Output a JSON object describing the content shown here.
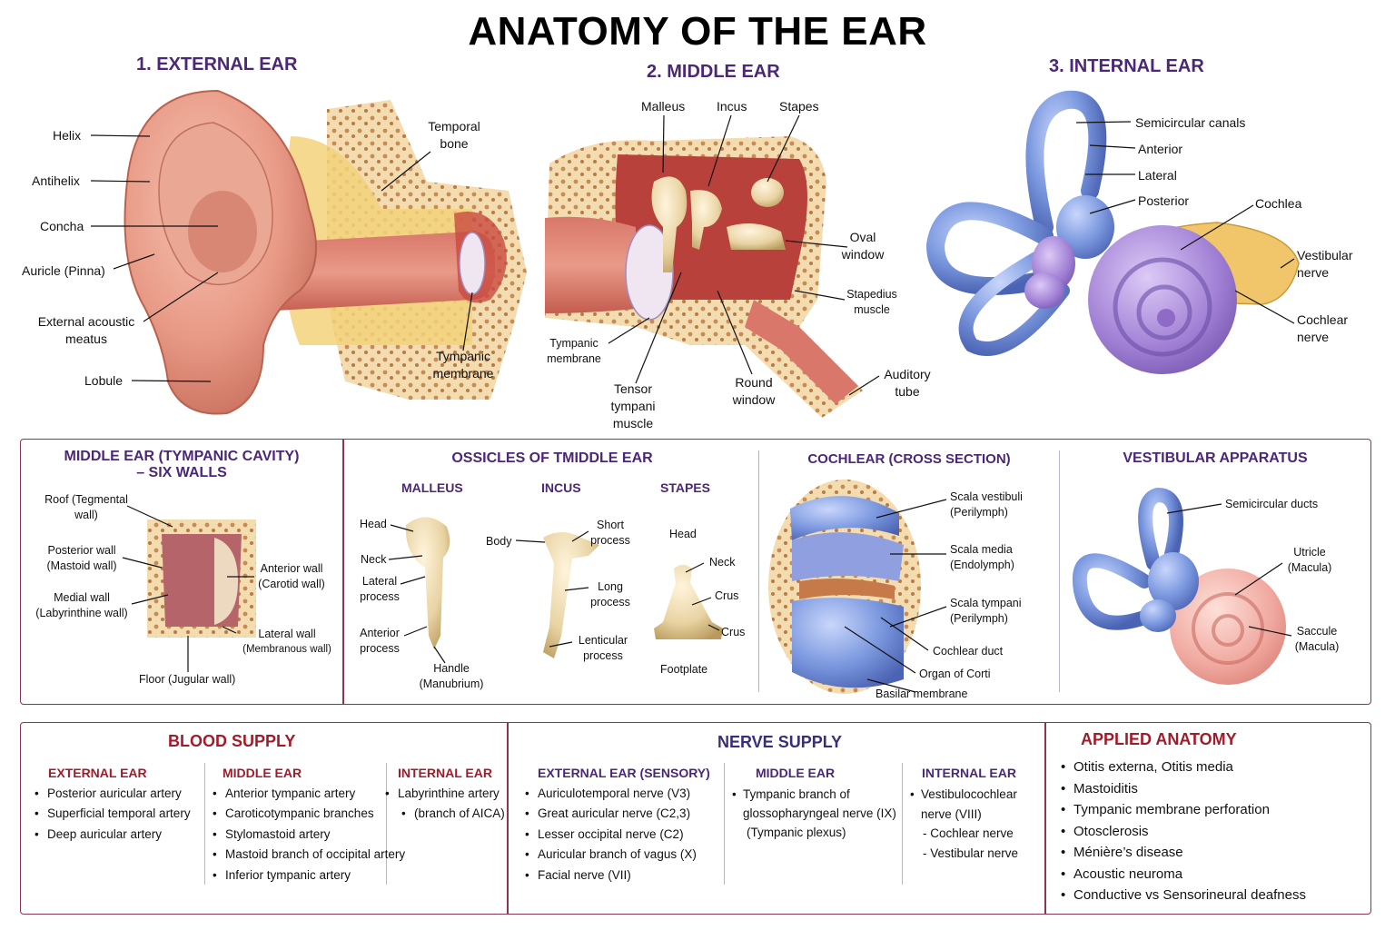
{
  "title": "ANATOMY OF THE EAR",
  "external_ear": {
    "heading": "1. EXTERNAL EAR",
    "labels": {
      "helix": "Helix",
      "antihelix": "Antihelix",
      "concha": "Concha",
      "auricle": "Auricle (Pinna)",
      "eam_1": "External acoustic",
      "eam_2": "meatus",
      "lobule": "Lobule",
      "temporal_1": "Temporal",
      "temporal_2": "bone",
      "tympanic_1": "Tympanic",
      "tympanic_2": "membrane"
    }
  },
  "middle_ear": {
    "heading": "2. MIDDLE EAR",
    "labels": {
      "malleus": "Malleus",
      "incus": "Incus",
      "stapes": "Stapes",
      "oval_1": "Oval",
      "oval_2": "window",
      "stapedius_1": "Stapedius",
      "stapedius_2": "muscle",
      "tympanic_1": "Tympanic",
      "tympanic_2": "membrane",
      "tensor_1": "Tensor",
      "tensor_2": "tympani",
      "tensor_3": "muscle",
      "round_1": "Round",
      "round_2": "window",
      "auditory_1": "Auditory",
      "auditory_2": "tube"
    }
  },
  "internal_ear": {
    "heading": "3. INTERNAL EAR",
    "labels": {
      "semicircular": "Semicircular canals",
      "anterior": "Anterior",
      "lateral": "Lateral",
      "posterior": "Posterior",
      "cochlea": "Cochlea",
      "vestibular_1": "Vestibular",
      "vestibular_2": "nerve",
      "cochlear_1": "Cochlear",
      "cochlear_2": "nerve"
    }
  },
  "walls": {
    "heading_1": "MIDDLE EAR (TYMPANIC CAVITY)",
    "heading_2": "– SIX WALLS",
    "roof_1": "Roof (Tegmental",
    "roof_2": "wall)",
    "posterior_1": "Posterior wall",
    "posterior_2": "(Mastoid wall)",
    "medial_1": "Medial wall",
    "medial_2": "(Labyrinthine wall)",
    "anterior_1": "Anterior wall",
    "anterior_2": "(Carotid wall)",
    "lateral_1": "Lateral wall",
    "lateral_2": "(Membranous wall)",
    "floor": "Floor (Jugular wall)"
  },
  "ossicles": {
    "heading": "OSSICLES OF TMIDDLE EAR",
    "malleus": {
      "title": "MALLEUS",
      "head": "Head",
      "neck": "Neck",
      "lateral_1": "Lateral",
      "lateral_2": "process",
      "anterior_1": "Anterior",
      "anterior_2": "process",
      "handle_1": "Handle",
      "handle_2": "(Manubrium)"
    },
    "incus": {
      "title": "INCUS",
      "body": "Body",
      "short_1": "Short",
      "short_2": "process",
      "long_1": "Long",
      "long_2": "process",
      "lent_1": "Lenticular",
      "lent_2": "process"
    },
    "stapes": {
      "title": "STAPES",
      "head": "Head",
      "neck": "Neck",
      "crus_1": "Crus",
      "crus_2": "Crus",
      "footplate": "Footplate"
    }
  },
  "cochlear": {
    "heading": "COCHLEAR (CROSS SECTION)",
    "sv_1": "Scala vestibuli",
    "sv_2": "(Perilymph)",
    "sm_1": "Scala media",
    "sm_2": "(Endolymph)",
    "st_1": "Scala tympani",
    "st_2": "(Perilymph)",
    "duct": "Cochlear duct",
    "corti": "Organ of Corti",
    "basilar": "Basilar membrane"
  },
  "vestibular": {
    "heading": "VESTIBULAR APPARATUS",
    "ducts": "Semicircular ducts",
    "utricle_1": "Utricle",
    "utricle_2": "(Macula)",
    "saccule_1": "Saccule",
    "saccule_2": "(Macula)"
  },
  "blood": {
    "heading": "BLOOD SUPPLY",
    "external": {
      "title": "EXTERNAL EAR",
      "items": [
        "Posterior auricular artery",
        "Superficial temporal artery",
        "Deep auricular artery"
      ]
    },
    "middle": {
      "title": "MIDDLE EAR",
      "items": [
        "Anterior tympanic artery",
        "Caroticotympanic branches",
        "Stylomastoid artery",
        "Mastoid branch of occipital artery",
        "Inferior tympanic artery"
      ]
    },
    "internal": {
      "title": "INTERNAL EAR",
      "item_1": "Labyrinthine artery",
      "item_2": "(branch of AICA)"
    }
  },
  "nerve": {
    "heading": "NERVE SUPPLY",
    "external": {
      "title": "EXTERNAL EAR (SENSORY)",
      "items": [
        "Auriculotemporal nerve (V3)",
        "Great auricular nerve (C2,3)",
        "Lesser occipital nerve (C2)",
        "Auricular branch of vagus (X)",
        "Facial nerve (VII)"
      ]
    },
    "middle": {
      "title": "MIDDLE EAR",
      "item_1": "Tympanic branch of",
      "item_2": "glossopharyngeal nerve (IX)",
      "item_3": "(Tympanic plexus)"
    },
    "internal": {
      "title": "INTERNAL EAR",
      "item_1": "Vestibulocochlear",
      "item_2": "nerve (VIII)",
      "item_3": "- Cochlear nerve",
      "item_4": "- Vestibular nerve"
    }
  },
  "applied": {
    "heading": "APPLIED ANATOMY",
    "items": [
      "Otitis externa, Otitis media",
      "Mastoiditis",
      "Tympanic membrane perforation",
      "Otosclerosis",
      "Ménière’s disease",
      "Acoustic neuroma",
      "Conductive vs Sensorineural deafness"
    ]
  },
  "colors": {
    "heading_purple": "#4b2777",
    "heading_red": "#a01c2a",
    "panel_border": "#8a3458",
    "skin": "#e89a86",
    "bone": "#f3dcb0",
    "ossicle": "#e8d3a2",
    "labyrinth_blue": "#7d9ae0",
    "cochlea_purple": "#a07fd4",
    "cochlea_pink": "#f0a9a0",
    "nerve_yellow": "#f1c66b"
  }
}
